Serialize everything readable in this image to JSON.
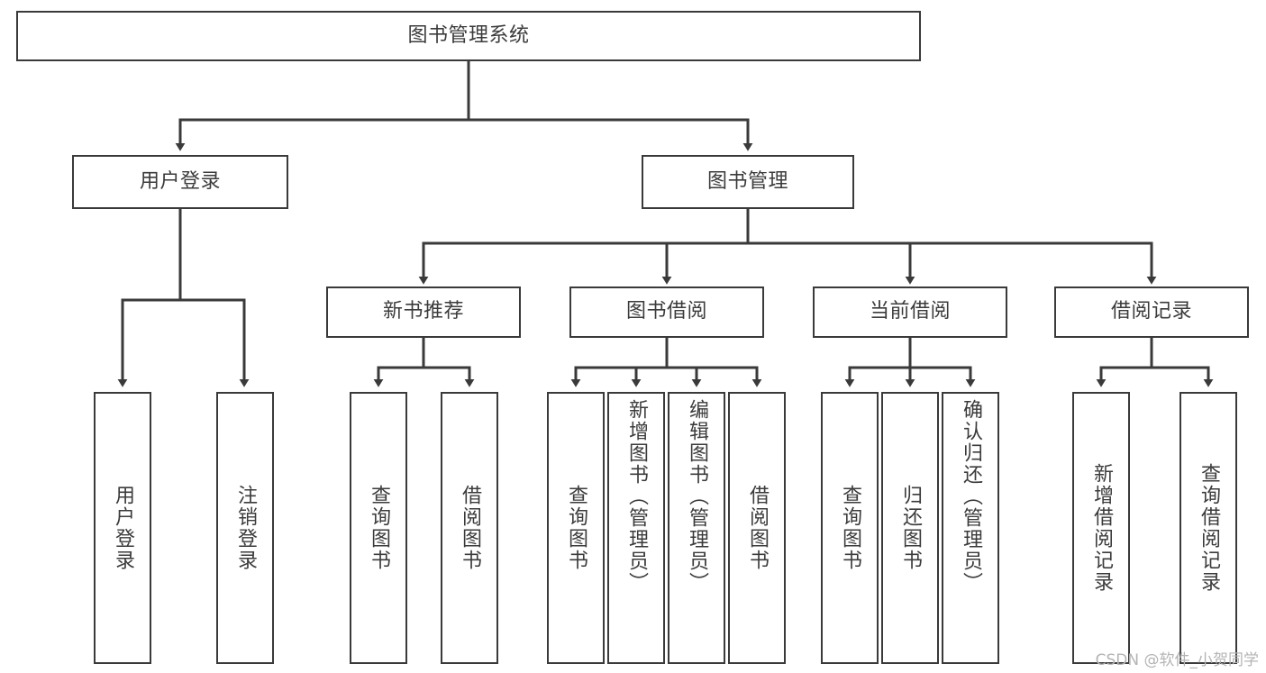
{
  "diagram": {
    "title": "图书管理系统",
    "type": "tree-hierarchy-chart",
    "root": {
      "label": "图书管理系统"
    },
    "level1": [
      {
        "label": "用户登录"
      },
      {
        "label": "图书管理"
      }
    ],
    "level2": [
      {
        "label": "新书推荐"
      },
      {
        "label": "图书借阅"
      },
      {
        "label": "当前借阅"
      },
      {
        "label": "借阅记录"
      }
    ],
    "leaves": {
      "user_login": [
        {
          "label": "用户登录"
        },
        {
          "label": "注销登录"
        }
      ],
      "new_book_recommend": [
        {
          "label": "查询图书"
        },
        {
          "label": "借阅图书"
        }
      ],
      "book_borrow": [
        {
          "label": "查询图书"
        },
        {
          "label": "新增图书（管理员）"
        },
        {
          "label": "编辑图书（管理员）"
        },
        {
          "label": "借阅图书"
        }
      ],
      "current_borrow": [
        {
          "label": "查询图书"
        },
        {
          "label": "归还图书"
        },
        {
          "label": "确认归还（管理员）"
        }
      ],
      "borrow_record": [
        {
          "label": "新增借阅记录"
        },
        {
          "label": "查询借阅记录"
        }
      ]
    }
  },
  "watermark": {
    "text": "CSDN @软件_小贺同学"
  },
  "colors": {
    "border": "#3a3a3a",
    "text": "#3b3b3b",
    "background": "#ffffff",
    "watermark": "#b4b4b4"
  }
}
